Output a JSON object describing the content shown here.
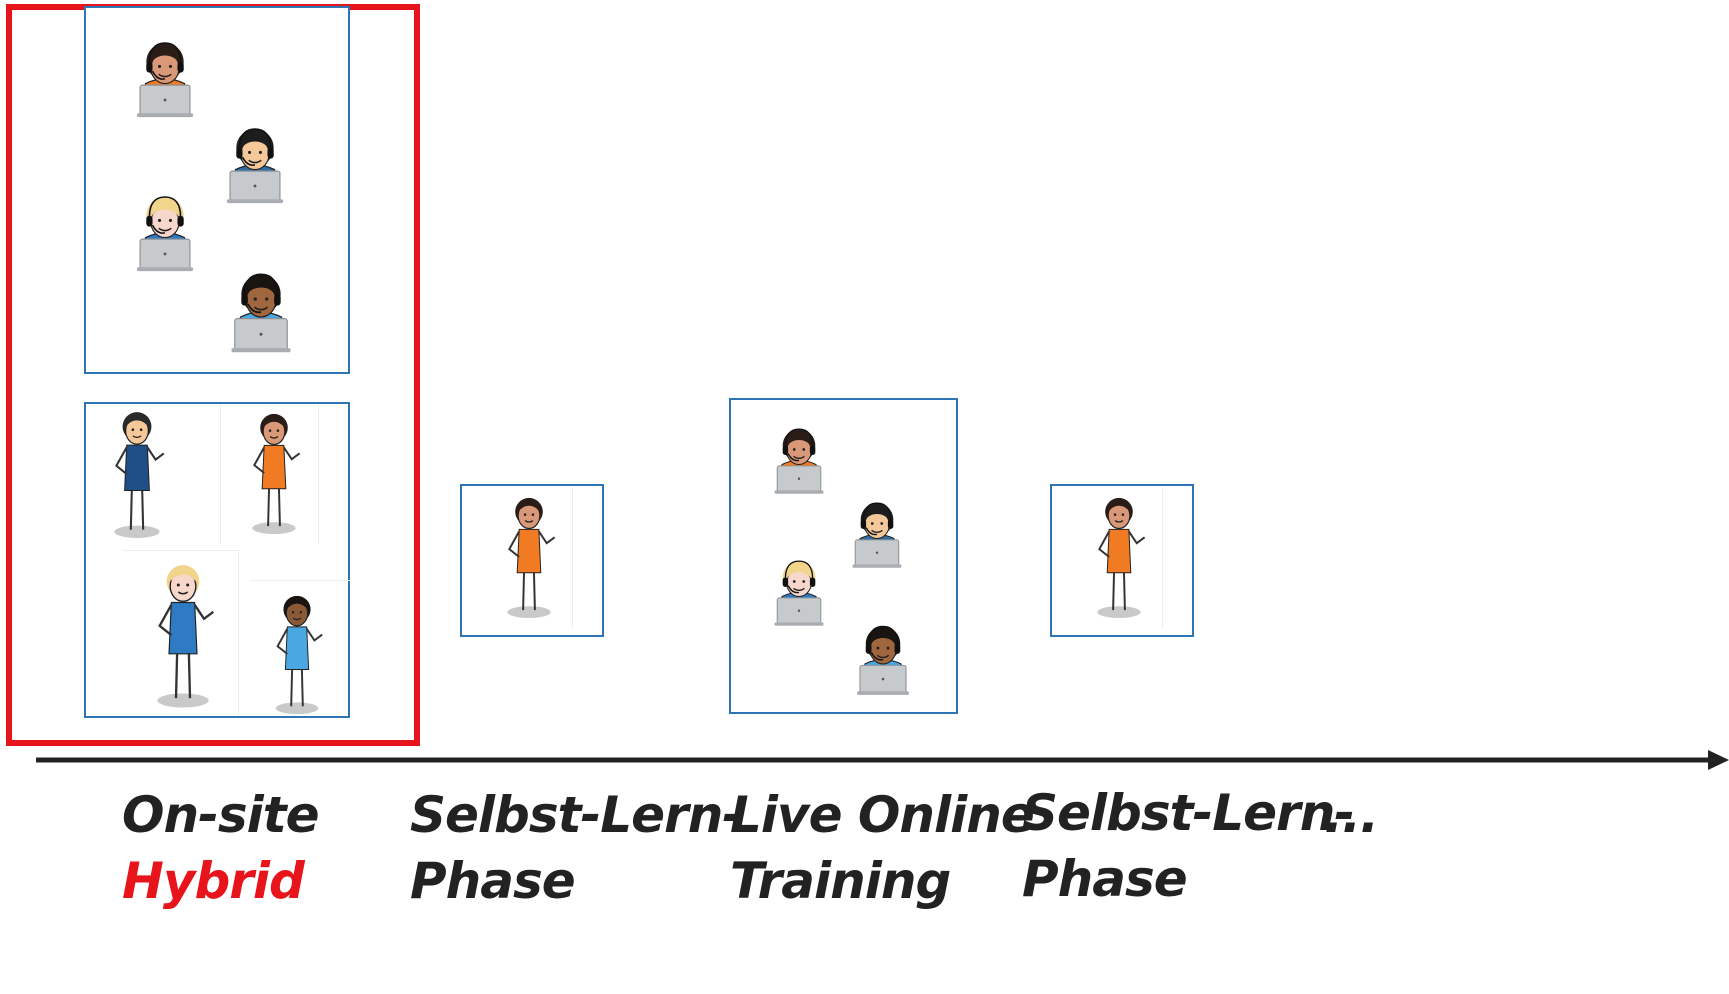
{
  "colors": {
    "highlight": "#e8141b",
    "box_border": "#2e75b6",
    "timeline": "#222222",
    "text": "#222222"
  },
  "icons": [
    "headset-person-at-laptop-icon",
    "standing-person-icon",
    "timeline-arrow-icon"
  ],
  "timeline": {
    "stages": [
      {
        "line1": "On-site",
        "line2": "Hybrid"
      },
      {
        "line1": "Selbst-Lern-",
        "line2": "Phase"
      },
      {
        "line1": "Live Online",
        "line2": "Training"
      },
      {
        "line1": "Selbst-Lern-",
        "line2": "Phase"
      },
      {
        "line1": "..."
      }
    ]
  }
}
